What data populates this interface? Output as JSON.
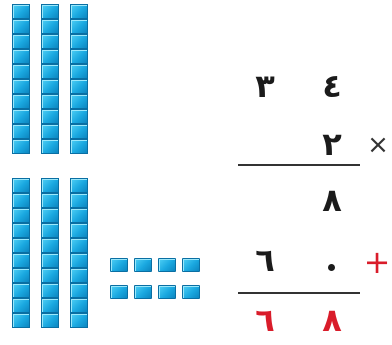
{
  "colors": {
    "block": "#1aa8e0",
    "ink": "#1b1b1b",
    "red": "#d91c2a"
  },
  "icons": [
    "tens-rod",
    "unit-cube"
  ],
  "blocks": {
    "tens_rods": 6,
    "unit_cubes": 8
  },
  "problem": {
    "multiplicand": {
      "tens": "٣",
      "ones": "٤"
    },
    "multiplier": {
      "ones": "٢"
    },
    "times_sign": "×",
    "partial_ones": {
      "ones": "٨"
    },
    "partial_tens": {
      "tens": "٦",
      "ones": "٠"
    },
    "plus_sign": "+",
    "result": {
      "tens": "٦",
      "ones": "٨"
    }
  }
}
